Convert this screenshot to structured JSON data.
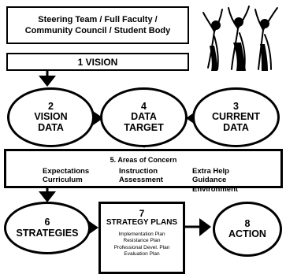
{
  "stakeholders": {
    "line1": "Steering Team / Full Faculty /",
    "line2": "Community Council / Student Body"
  },
  "step1": {
    "label": "1  VISION"
  },
  "step2": {
    "num": "2",
    "line1": "VISION",
    "line2": "DATA"
  },
  "step4": {
    "num": "4",
    "line1": "DATA",
    "line2": "TARGET"
  },
  "step3": {
    "num": "3",
    "line1": "CURRENT",
    "line2": "DATA"
  },
  "step5": {
    "title": "5. Areas of Concern",
    "col1": [
      "Expectations",
      "Curriculum"
    ],
    "col2": [
      "Instruction",
      "Assessment"
    ],
    "col3": [
      "Extra Help",
      "Guidance",
      "Environment"
    ]
  },
  "step6": {
    "num": "6",
    "line1": "STRATEGIES"
  },
  "step7": {
    "num": "7",
    "title": "STRATEGY PLANS",
    "items": [
      "Implementation Plan",
      "Resistance Plan",
      "Professional Devel. Plan",
      "Evaluation Plan"
    ]
  },
  "step8": {
    "num": "8",
    "line1": "ACTION"
  },
  "logo_icon": "celebrating-people-icon"
}
